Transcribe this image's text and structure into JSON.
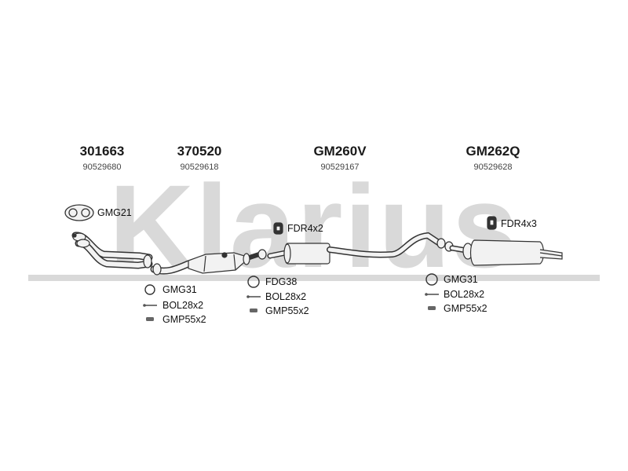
{
  "watermark": {
    "text": "Klarius",
    "color": "#d9d9d9"
  },
  "colors": {
    "pipe_fill": "#f2f2f2",
    "pipe_stroke": "#333333",
    "text": "#111111"
  },
  "parts": [
    {
      "number": "301663",
      "oem": "90529680"
    },
    {
      "number": "370520",
      "oem": "90529618"
    },
    {
      "number": "GM260V",
      "oem": "90529167"
    },
    {
      "number": "GM262Q",
      "oem": "90529628"
    }
  ],
  "fittings": {
    "gasket_front": "GMG21",
    "mount_centre": "FDR4x2",
    "mount_rear": "FDR4x3",
    "group1": [
      "GMG31",
      "BOL28x2",
      "GMP55x2"
    ],
    "group2": [
      "FDG38",
      "BOL28x2",
      "GMP55x2"
    ],
    "group3": [
      "GMG31",
      "BOL28x2",
      "GMP55x2"
    ]
  }
}
